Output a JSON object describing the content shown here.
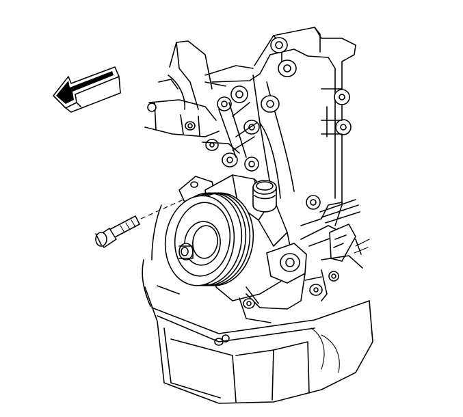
{
  "diagram": {
    "kind": "technical-line-drawing",
    "components": [
      {
        "name": "power-steering-pump",
        "icon": "pump-icon"
      },
      {
        "name": "pump-pulley",
        "icon": "pulley-icon"
      },
      {
        "name": "reservoir-cap",
        "icon": "cap-icon"
      },
      {
        "name": "mounting-bolt",
        "icon": "bolt-icon"
      },
      {
        "name": "direction-arrow",
        "icon": "arrow-icon"
      },
      {
        "name": "engine-block",
        "icon": "engine-icon"
      },
      {
        "name": "mounting-bracket",
        "icon": "bracket-icon"
      }
    ],
    "colors": {
      "line": "#000000",
      "background": "#ffffff"
    }
  }
}
